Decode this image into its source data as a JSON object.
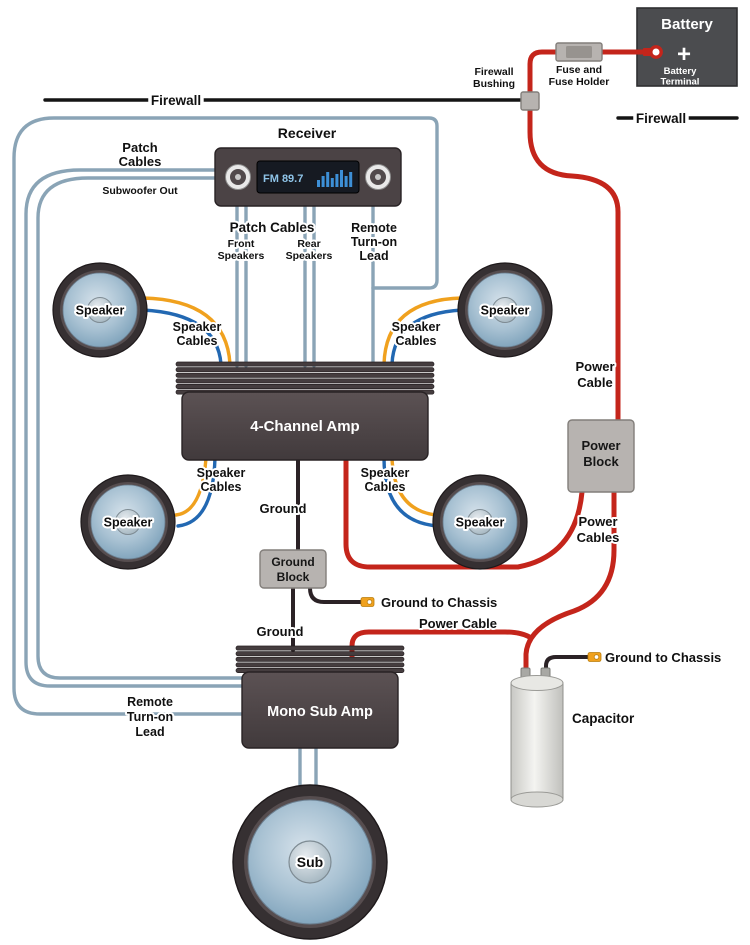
{
  "colors": {
    "power": "#c4251b",
    "patch": "#8aa4b6",
    "speaker_yellow": "#f0a11e",
    "speaker_blue": "#2268b2",
    "ground": "#2b2226",
    "component": "#4b4345",
    "block": "#b7b3b0",
    "display": "#8fc4e8"
  },
  "labels": {
    "battery": {
      "title": "Battery",
      "plus": "+",
      "terminal_line1": "Battery",
      "terminal_line2": "Terminal"
    },
    "fuse": {
      "line1": "Fuse and",
      "line2": "Fuse Holder"
    },
    "bushing": {
      "line1": "Firewall",
      "line2": "Bushing"
    },
    "firewall": {
      "left": "Firewall",
      "right": "Firewall"
    },
    "receiver": {
      "title": "Receiver",
      "display": "FM 89.7"
    },
    "subwoofer_out": {
      "line1": "Patch",
      "line2": "Cables",
      "line3": "Subwoofer Out"
    },
    "patch": {
      "title": "Patch Cables",
      "front_line1": "Front",
      "front_line2": "Speakers",
      "rear_line1": "Rear",
      "rear_line2": "Speakers"
    },
    "remote_lead": {
      "line1": "Remote",
      "line2": "Turn-on",
      "line3": "Lead"
    },
    "speaker": "Speaker",
    "speaker_cables": {
      "line1": "Speaker",
      "line2": "Cables"
    },
    "amp4": "4-Channel Amp",
    "power_cable": {
      "line1": "Power",
      "line2": "Cable"
    },
    "power_block": {
      "line1": "Power",
      "line2": "Block"
    },
    "power_cables": {
      "line1": "Power",
      "line2": "Cables"
    },
    "ground": "Ground",
    "ground_block": {
      "line1": "Ground",
      "line2": "Block"
    },
    "ground_to_chassis": "Ground to Chassis",
    "power_cable_bottom": "Power Cable",
    "mono_amp": "Mono Sub Amp",
    "capacitor": "Capacitor",
    "sub": "Sub"
  }
}
